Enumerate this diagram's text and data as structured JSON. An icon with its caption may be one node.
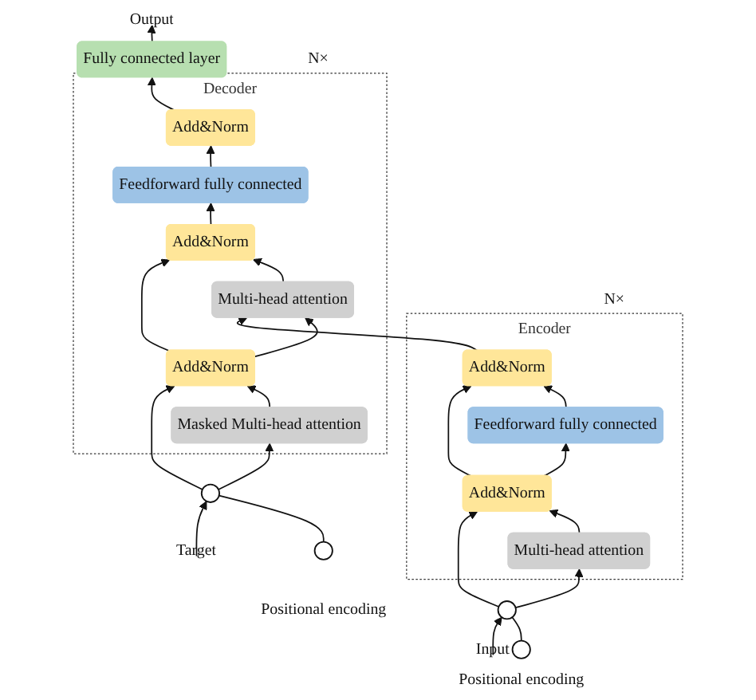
{
  "diagram": {
    "nodes": [
      {
        "text": [
          "Encoder"
        ],
        "beside": [
          "N×"
        ]
      },
      {
        "text": [
          "Add&Norm"
        ],
        "in": 0
      },
      {
        "text": [
          "Feedforward fully connected"
        ],
        "in": 0
      },
      {
        "text": [
          "Add&Norm"
        ],
        "in": 0
      },
      {
        "text": [
          "Multi-head attention"
        ],
        "in": 0
      },
      {
        "text": [],
        "shape": "circle",
        "beside": [
          "Positional encoding"
        ]
      },
      {
        "text": [],
        "shape": "circle"
      },
      {
        "text": [
          "Input"
        ]
      },
      {
        "text": [
          "Output"
        ]
      },
      {
        "text": [
          "Fully connected layer"
        ]
      },
      {
        "text": [
          "Decoder"
        ],
        "beside": [
          "N×"
        ]
      },
      {
        "text": [
          "Add&Norm"
        ],
        "in": 10
      },
      {
        "text": [
          "Feedforward fully connected"
        ],
        "in": 10
      },
      {
        "text": [
          "Add&Norm"
        ],
        "in": 10
      },
      {
        "text": [
          "Multi-head attention"
        ],
        "in": 10
      },
      {
        "text": [
          "Add&Norm"
        ],
        "in": 10
      },
      {
        "text": [
          "Masked Multi-head attention"
        ],
        "in": 10
      },
      {
        "text": [],
        "shape": "circle"
      },
      {
        "text": [],
        "shape": "circle",
        "beside": [
          "Positional encoding"
        ]
      },
      {
        "text": [
          "Target"
        ]
      }
    ],
    "edges": [
      {
        "from": 7,
        "to": 6,
        "arrow": "to"
      },
      {
        "from": 5,
        "to": 6,
        "arrow": "none"
      },
      {
        "from": 6,
        "to": 4,
        "arrow": "to"
      },
      {
        "from": 6,
        "to": 3,
        "arrow": "to"
      },
      {
        "from": 4,
        "to": 3,
        "arrow": "to"
      },
      {
        "from": 3,
        "to": 2,
        "arrow": "to"
      },
      {
        "from": 3,
        "to": 1,
        "arrow": "to"
      },
      {
        "from": 2,
        "to": 1,
        "arrow": "to"
      },
      {
        "from": 1,
        "to": 14,
        "arrow": "to"
      },
      {
        "from": 19,
        "to": 17,
        "arrow": "to"
      },
      {
        "from": 18,
        "to": 17,
        "arrow": "none"
      },
      {
        "from": 17,
        "to": 16,
        "arrow": "to"
      },
      {
        "from": 17,
        "to": 15,
        "arrow": "to"
      },
      {
        "from": 16,
        "to": 15,
        "arrow": "to"
      },
      {
        "from": 15,
        "to": 14,
        "arrow": "to"
      },
      {
        "from": 15,
        "to": 13,
        "arrow": "to"
      },
      {
        "from": 14,
        "to": 13,
        "arrow": "to"
      },
      {
        "from": 13,
        "to": 12,
        "arrow": "to"
      },
      {
        "from": 12,
        "to": 11,
        "arrow": "to"
      },
      {
        "from": 11,
        "to": 9,
        "arrow": "to"
      },
      {
        "from": 9,
        "to": 8,
        "arrow": "to"
      }
    ]
  }
}
